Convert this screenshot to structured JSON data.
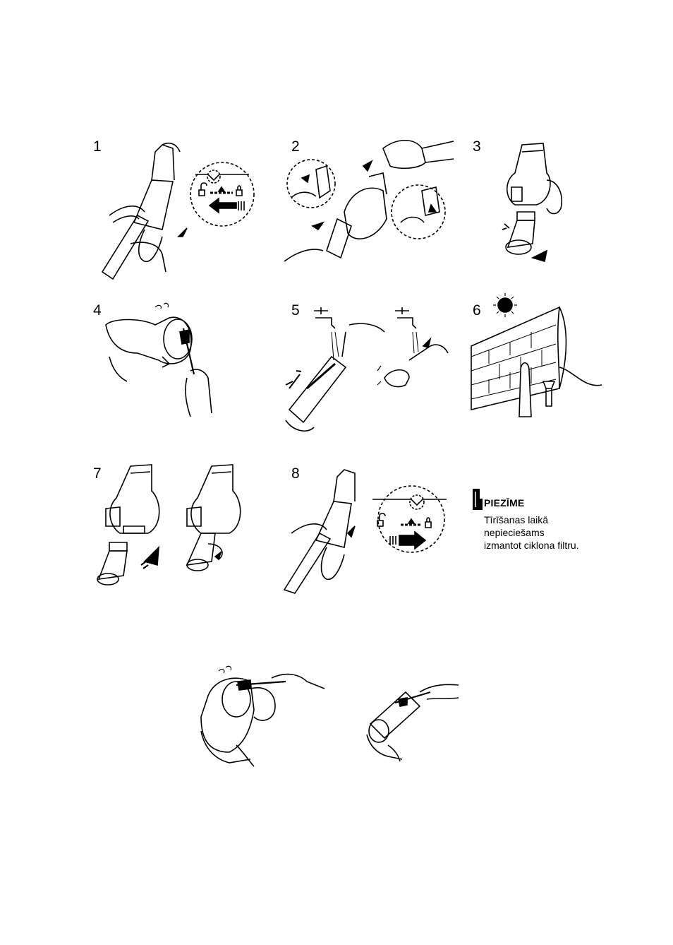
{
  "steps": [
    {
      "number": "1"
    },
    {
      "number": "2"
    },
    {
      "number": "3"
    },
    {
      "number": "4"
    },
    {
      "number": "5"
    },
    {
      "number": "6"
    },
    {
      "number": "7"
    },
    {
      "number": "8"
    }
  ],
  "note": {
    "title": "PIEZĪME",
    "lines": [
      "Tīrīšanas laikā",
      "nepieciešams",
      "izmantot ciklona filtru."
    ]
  },
  "icons": [
    "note-icon",
    "sun-icon",
    "unlock-icon",
    "lock-icon",
    "arrow-icon",
    "water-tap-icon",
    "brush-icon"
  ]
}
